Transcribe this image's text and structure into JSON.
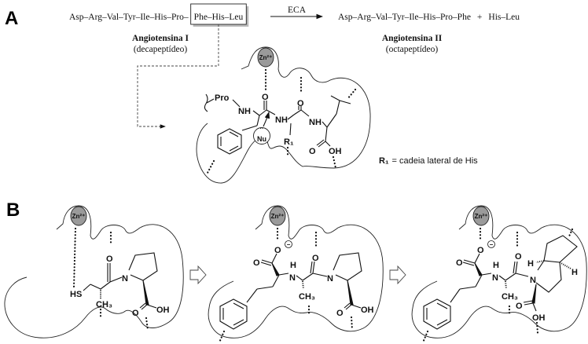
{
  "panel_a": {
    "label": "A",
    "reaction": {
      "substrate_left": "Asp–Arg–Val–Tyr–Ile–His–Pro–",
      "substrate_boxed": "Phe–His–Leu",
      "enzyme": "ECA",
      "product_1": "Asp–Arg–Val–Tyr–Ile–His–Pro–Phe",
      "plus": "+",
      "product_2": "His–Leu"
    },
    "substrate_name": "Angiotensina I",
    "substrate_desc": "(decapeptídeo)",
    "product_name": "Angiotensina II",
    "product_desc": "(octapeptídeo)",
    "active_site": {
      "zinc": "Zn²⁺",
      "pro": "Pro",
      "nh1": "NH",
      "o1": "O",
      "nh2": "NH",
      "o2": "O",
      "nh3": "NH",
      "o3": "O",
      "oh": "OH",
      "r1": "R₁",
      "nu_dots": "··",
      "nu": "Nu"
    },
    "legend_symbol": "R₁",
    "legend_text": "= cadeia lateral de His"
  },
  "panel_b": {
    "label": "B",
    "inhibitors": [
      {
        "zinc": "Zn²⁺",
        "hs": "HS",
        "o": "O",
        "n": "N",
        "ch3": "CH₃",
        "o_acid": "O",
        "oh": "OH"
      },
      {
        "zinc": "Zn²⁺",
        "o_minus": "O",
        "charge": "−",
        "o_carbonyl": "O",
        "h": "H",
        "nh": "N",
        "o": "O",
        "n": "N",
        "ch3": "CH₃",
        "o_acid": "O",
        "oh": "OH"
      },
      {
        "zinc": "Zn²⁺",
        "o_minus": "O",
        "charge": "−",
        "o_carbonyl": "O",
        "h": "H",
        "nh": "N",
        "o": "O",
        "n": "N",
        "h_left": "H",
        "h_right": "H",
        "ch3": "CH₃",
        "o_acid": "O",
        "oh": "OH"
      }
    ]
  },
  "colors": {
    "zinc_fill": "#9a9a9a",
    "line": "#111111"
  }
}
